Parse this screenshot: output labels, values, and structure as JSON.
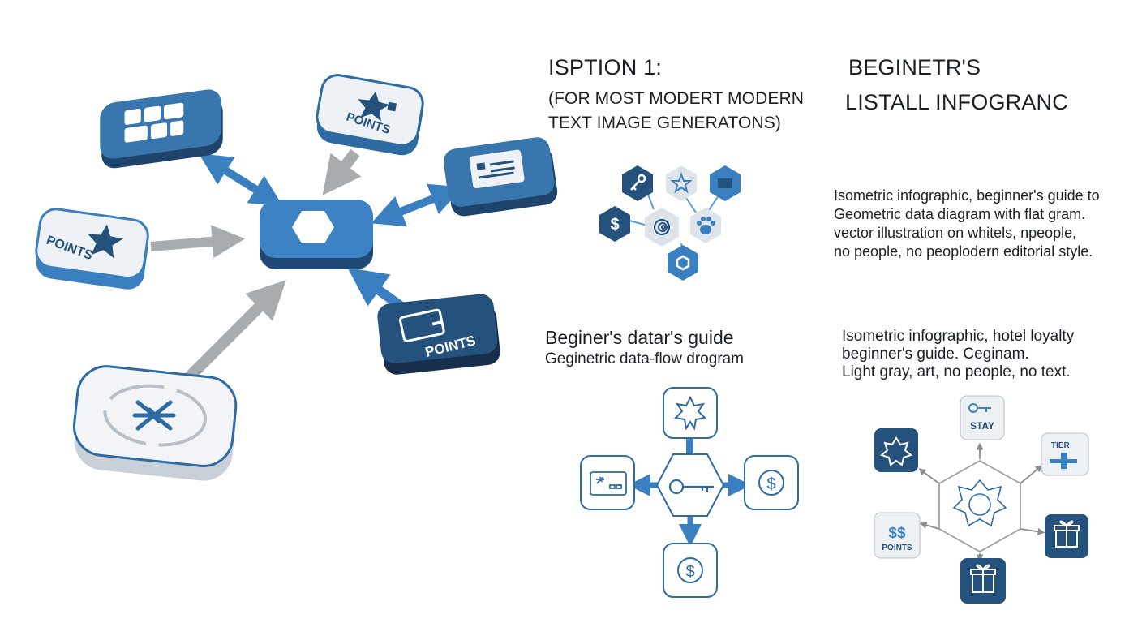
{
  "heading_option": "ISPTION 1:",
  "heading_option_sub1": "(FOR MOST MODERT MODERN",
  "heading_option_sub2": "TEXT IMAGE GENERATONS)",
  "heading_guide1": "BEGINETR'S",
  "heading_guide2": "LISTALL INFOGRANC",
  "desc_top": [
    "Isometric infographic, beginner's guide to",
    "Geometric data diagram with flat gram.",
    "vector illustration on whitels, npeople,",
    "no people, no peoplodern editorial style."
  ],
  "flow_title": "Beginer's datar's guide",
  "flow_subtitle": "Geginetric data-flow drogram",
  "desc_bottom": [
    "Isometric infographic, hotel loyalty",
    "beginner's guide. Ceginam.",
    "Light gray, art, no people, no text."
  ],
  "iso_labels": {
    "card_points": "POINTS",
    "star_points": "POINTS",
    "top_points": "POINTS"
  },
  "loyalty_labels": {
    "stay": "STAY",
    "tier": "TIER",
    "points": "POINTS",
    "points_symbol": "$$"
  },
  "dollar_symbol": "$",
  "colors": {
    "navy": "#24527d",
    "blue": "#3a7fbf",
    "light_blue": "#5b9bd5",
    "gray_arrow": "#a9acaf",
    "tile_light": "#eef2f6"
  },
  "icons": [
    "grid-icon",
    "star-icon",
    "card-icon",
    "hexagon-icon",
    "snowflake-icon",
    "key-icon",
    "dollar-icon",
    "badge-icon",
    "paw-icon",
    "gift-icon",
    "swirl-icon"
  ]
}
